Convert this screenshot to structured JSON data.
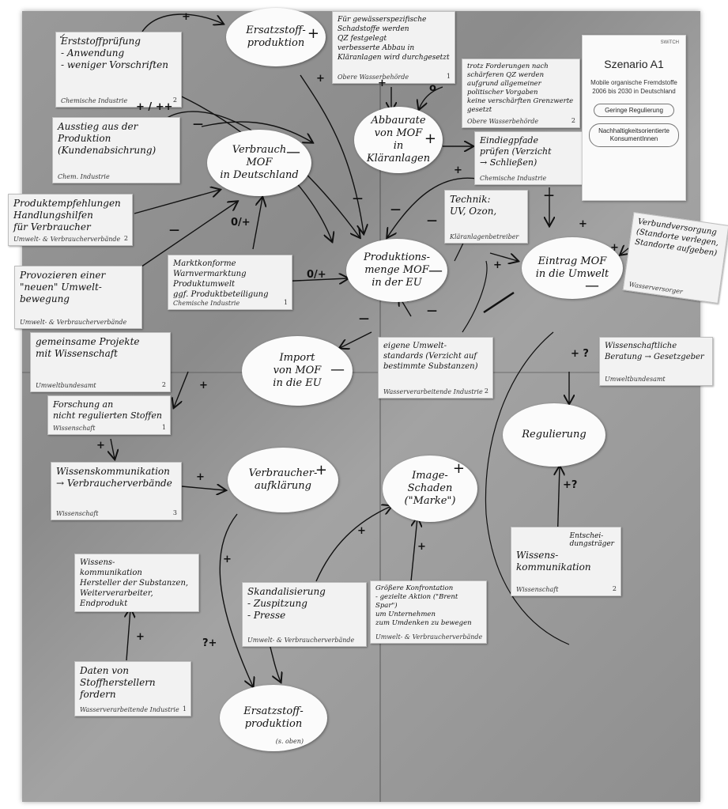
{
  "scenario": {
    "logo": "SWiTCH",
    "title": "Szenario A1",
    "subtitle": "Mobile organische Fremdstoffe\n2006 bis 2030 in Deutschland",
    "regulation": "Geringe Regulierung",
    "consumers": "Nachhaltigkeitsorientierte\nKonsumentInnen"
  },
  "nodes": {
    "ersatzstoff_top": {
      "label": "Ersatzstoff-\nproduktion",
      "sign": "+"
    },
    "verbrauch": {
      "label": "Verbrauch\nMOF\nin Deutschland",
      "sign": "—"
    },
    "abbaurate": {
      "label": "Abbaurate\nvon MOF\nin Kläranlagen",
      "sign": "+"
    },
    "produktionsmenge": {
      "label": "Produktions-\nmenge MOF\nin der EU",
      "sign": "—"
    },
    "eintrag": {
      "label": "Eintrag MOF\nin die Umwelt",
      "sign": "—"
    },
    "import": {
      "label": "Import\nvon MOF\nin die EU",
      "sign": "—"
    },
    "verbraucheraufklaerung": {
      "label": "Verbraucher-\naufklärung",
      "sign": "+"
    },
    "image": {
      "label": "Image-\nSchaden\n(\"Marke\")",
      "sign": "+"
    },
    "regulierung": {
      "label": "Regulierung",
      "sign": ""
    },
    "ersatzstoff_bottom": {
      "label": "Ersatzstoff-\nproduktion",
      "sign": "",
      "sub": "(s. oben)"
    }
  },
  "cards": {
    "erststoff": {
      "text": "Erststoffprüfung\n- Anwendung\n- weniger Vorschriften",
      "actor": "Chemische Industrie",
      "num": "2"
    },
    "ausstieg": {
      "text": "Ausstieg aus der\nProduktion\n(Kundenabsichrung)",
      "actor": "Chem. Industrie",
      "num": ""
    },
    "produktempfehlungen": {
      "text": "Produktempfehlungen\nHandlungshilfen\nfür Verbraucher",
      "actor": "Umwelt- & Verbraucherverbände",
      "num": "2"
    },
    "provozieren": {
      "text": "Provozieren einer\n\"neuen\" Umwelt-\nbewegung",
      "actor": "Umwelt- & Verbraucherverbände",
      "num": ""
    },
    "marktkonforme": {
      "text": "Marktkonforme Warnvermarktung\nProduktumwelt\nggf. Produktbeteiligung",
      "actor": "Chemische Industrie",
      "num": "1"
    },
    "gewaesser": {
      "text": "Für gewässerspezifische\nSchadstoffe werden\nQZ festgelegt\nverbesserte Abbau in\nKläranlagen wird durchgesetzt",
      "actor": "Obere Wasserbehörde",
      "num": "1"
    },
    "trotz": {
      "text": "trotz Forderungen nach\nschärferen QZ werden\naufgrund allgemeiner\npolitischer Vorgaben\nkeine verschärften Grenzwerte\ngesetzt",
      "actor": "Obere Wasserbehörde",
      "num": "2"
    },
    "eindiegpfade": {
      "text": "Eindiegpfade\nprüfen (Verzicht\n→ Schließen)",
      "actor": "Chemische Industrie",
      "num": ""
    },
    "technik": {
      "text": "Technik:\nUV, Ozon,",
      "actor": "Kläranlagenbetreiber",
      "num": ""
    },
    "verbund": {
      "text": "Verbundversorgung\n(Standorte verlegen,\nStandorte aufgeben)",
      "actor": "Wasserversorger",
      "num": ""
    },
    "gemeinsame": {
      "text": "gemeinsame Projekte\nmit Wissenschaft",
      "actor": "Umweltbundesamt",
      "num": "2"
    },
    "forschung": {
      "text": "Forschung an\nnicht regulierten Stoffen",
      "actor": "Wissenschaft",
      "num": "1"
    },
    "eigene": {
      "text": "eigene Umwelt-\nstandards (Verzicht auf\nbestimmte Substanzen)",
      "actor": "Wasserverarbeitende Industrie",
      "num": "2"
    },
    "wissensch_beratung": {
      "text": "Wissenschaftliche\nBeratung → Gesetzgeber",
      "actor": "Umweltbundesamt",
      "num": ""
    },
    "wissenskomm3": {
      "text": "Wissenskommunikation\n→ Verbraucherverbände",
      "actor": "Wissenschaft",
      "num": "3"
    },
    "wissenskomm_herst": {
      "text": "Wissens-\nkommunikation\nHersteller der Substanzen,\nWeiterverarbeiter, Endprodukt",
      "actor": "",
      "num": ""
    },
    "daten": {
      "text": "Daten von\nStoffherstellern fordern",
      "actor": "Wasserverarbeitende Industrie",
      "num": "1"
    },
    "skandal": {
      "text": "Skandalisierung\n- Zuspitzung\n- Presse",
      "actor": "Umwelt- & Verbraucherverbände",
      "num": ""
    },
    "konfrontation": {
      "text": "Größere Konfrontation\n- gezielte Aktion (\"Brent Spar\")\num Unternehmen\nzum Umdenken zu bewegen",
      "actor": "Umwelt- & Verbraucherverbände",
      "num": ""
    },
    "wissenskomm2": {
      "text": "Wissens-\nkommunikation",
      "extra": "Entschei-\ndungsträger",
      "actor": "Wissenschaft",
      "num": "2"
    }
  },
  "link_labels": [
    {
      "id": "l1",
      "text": "+"
    },
    {
      "id": "l2",
      "text": "+"
    },
    {
      "id": "l3",
      "text": "+ / ++"
    },
    {
      "id": "l4",
      "text": "+"
    },
    {
      "id": "l5",
      "text": "o"
    },
    {
      "id": "l6",
      "text": "—"
    },
    {
      "id": "l7",
      "text": "—"
    },
    {
      "id": "l8",
      "text": "0/+"
    },
    {
      "id": "l9",
      "text": "0/+"
    },
    {
      "id": "l10",
      "text": "—"
    },
    {
      "id": "l11",
      "text": "—"
    },
    {
      "id": "l12",
      "text": "—"
    },
    {
      "id": "l13",
      "text": "+"
    },
    {
      "id": "l14",
      "text": "—"
    },
    {
      "id": "l15",
      "text": "+"
    },
    {
      "id": "l16",
      "text": "+"
    },
    {
      "id": "l17",
      "text": "+ ?"
    },
    {
      "id": "l18",
      "text": "+"
    },
    {
      "id": "l19",
      "text": "+"
    },
    {
      "id": "l20",
      "text": "+"
    },
    {
      "id": "l21",
      "text": "+"
    },
    {
      "id": "l22",
      "text": "+"
    },
    {
      "id": "l23",
      "text": "?+"
    },
    {
      "id": "l24",
      "text": "+"
    },
    {
      "id": "l25",
      "text": "+"
    },
    {
      "id": "l26",
      "text": "+?"
    },
    {
      "id": "l27",
      "text": "—"
    },
    {
      "id": "l28",
      "text": "—"
    },
    {
      "id": "l29",
      "text": "+"
    }
  ]
}
